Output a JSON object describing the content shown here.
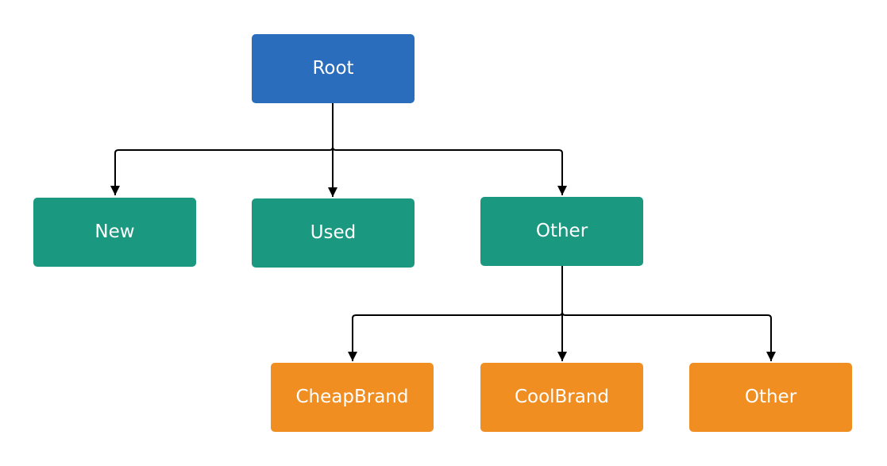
{
  "colors": {
    "root": "#2a6dbd",
    "level1": "#1b9880",
    "level2": "#f08e22",
    "text": "#ffffff",
    "connector": "#000000"
  },
  "nodes": {
    "root": {
      "label": "Root"
    },
    "new": {
      "label": "New"
    },
    "used": {
      "label": "Used"
    },
    "other": {
      "label": "Other"
    },
    "cheapbrand": {
      "label": "CheapBrand"
    },
    "coolbrand": {
      "label": "CoolBrand"
    },
    "other2": {
      "label": "Other"
    }
  },
  "edges": [
    {
      "from": "root",
      "to": "new"
    },
    {
      "from": "root",
      "to": "used"
    },
    {
      "from": "root",
      "to": "other"
    },
    {
      "from": "other",
      "to": "cheapbrand"
    },
    {
      "from": "other",
      "to": "coolbrand"
    },
    {
      "from": "other",
      "to": "other2"
    }
  ]
}
